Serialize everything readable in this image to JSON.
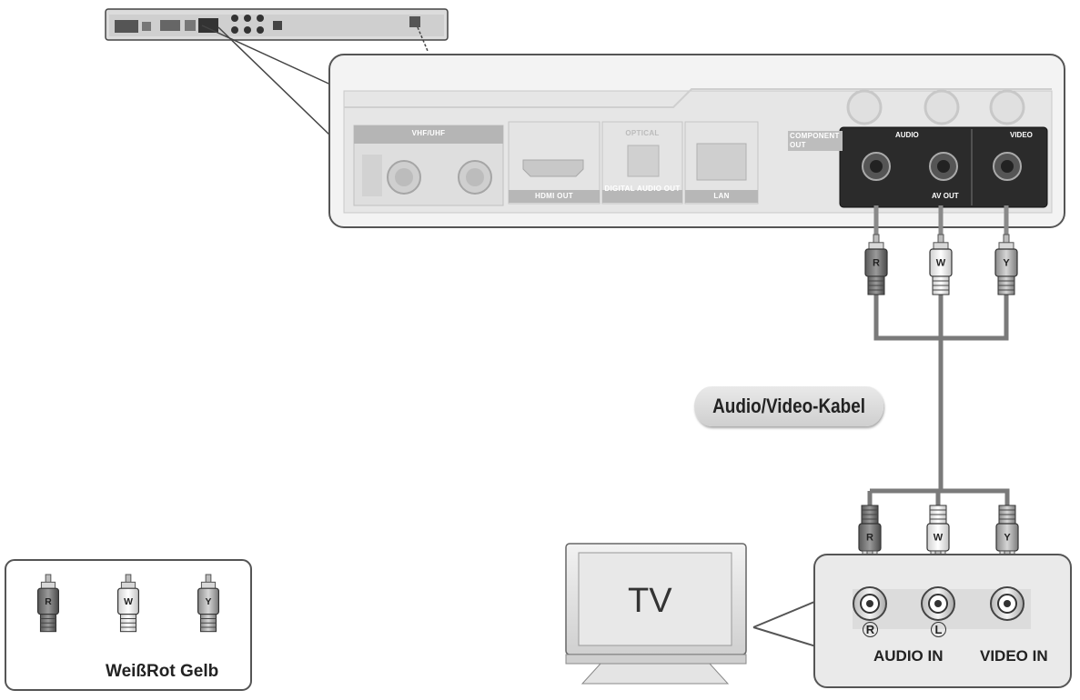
{
  "player_panel": {
    "vhf_uhf": "VHF/UHF",
    "hdmi_out": "HDMI OUT",
    "optical": "OPTICAL",
    "digital_audio_out": "DIGITAL AUDIO OUT",
    "lan": "LAN",
    "component_out": "COMPONENT OUT",
    "audio": "AUDIO",
    "video": "VIDEO",
    "av_out": "AV OUT"
  },
  "cable": {
    "label": "Audio/Video-Kabel",
    "plugs": [
      "R",
      "W",
      "Y"
    ]
  },
  "tv": {
    "label": "TV",
    "audio_in": "AUDIO IN",
    "video_in": "VIDEO IN",
    "right_mark": "R",
    "left_mark": "L",
    "plugs": [
      "R",
      "W",
      "Y"
    ]
  },
  "legend": {
    "plugs": [
      "R",
      "W",
      "Y"
    ],
    "caption": "WeißRot Gelb"
  },
  "colors": {
    "cable": "#7a7a7a",
    "panel_fill": "#ececec",
    "panel_border": "#555555",
    "av_out_fill": "#2b2b2b"
  }
}
